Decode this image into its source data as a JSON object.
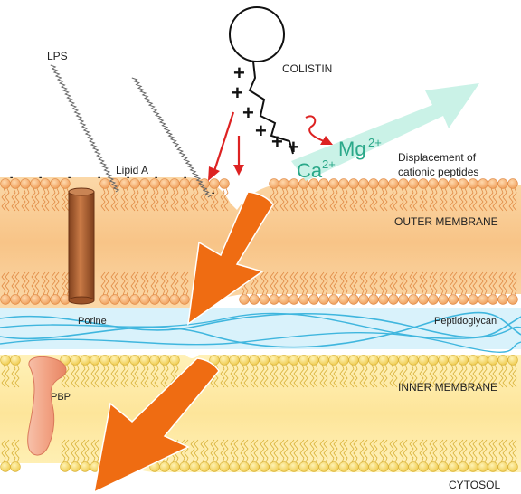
{
  "labels": {
    "colistin": "COLISTIN",
    "lps": "LPS",
    "lipid_a": "Lipid A",
    "outer_membrane": "OUTER MEMBRANE",
    "inner_membrane": "INNER MEMBRANE",
    "peptidoglycan": "Peptidoglycan",
    "porine": "Porine",
    "pbp": "PBP",
    "cytosol": "CYTOSOL",
    "displacement_line1": "Displacement of",
    "displacement_line2": "cationic peptides"
  },
  "ions": {
    "calcium_symbol": "Ca",
    "calcium_charge": "2+",
    "magnesium_symbol": "Mg",
    "magnesium_charge": "2+"
  },
  "charges": {
    "plus": "+",
    "minus": "-"
  },
  "colors": {
    "outer_membrane_fill": "#f9c98c",
    "outer_membrane_heads": "#f0a86a",
    "inner_membrane_fill": "#fde89a",
    "inner_membrane_heads": "#f5d060",
    "peptidoglycan_fill": "#cdeef8",
    "peptidoglycan_lines": "#36b3dc",
    "porine": "#a95a2e",
    "pbp": "#f4a98c",
    "big_arrow": "#ee6a12",
    "red_arrow": "#dd2222",
    "teal_arrow": "#bfeee2",
    "ion_text": "#2aa889"
  }
}
